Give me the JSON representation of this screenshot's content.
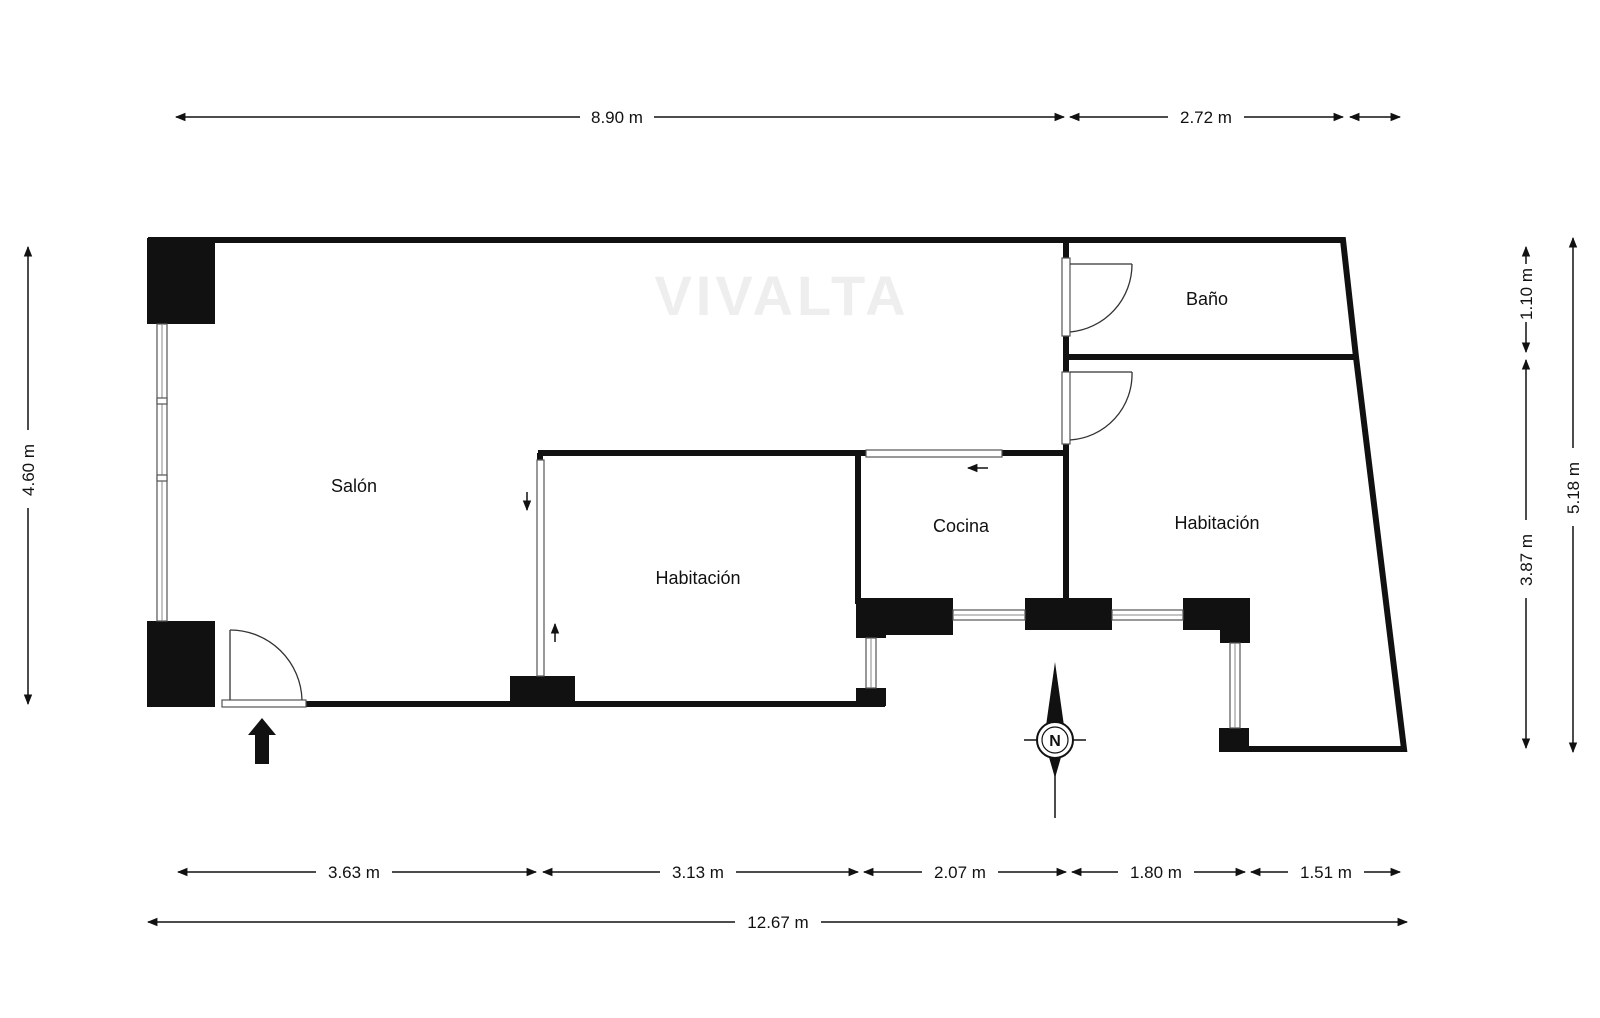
{
  "watermark": "VIVALTA",
  "rooms": {
    "salon": "Salón",
    "habitacion_1": "Habitación",
    "cocina": "Cocina",
    "bano": "Baño",
    "habitacion_2": "Habitación"
  },
  "dimensions": {
    "top_left": "8.90 m",
    "top_right": "2.72 m",
    "left_height": "4.60 m",
    "right_upper": "1.10 m",
    "right_lower": "3.87 m",
    "right_total": "5.18 m",
    "bottom_1": "3.63 m",
    "bottom_2": "3.13 m",
    "bottom_3": "2.07 m",
    "bottom_4": "1.80 m",
    "bottom_5": "1.51 m",
    "bottom_total": "12.67 m"
  },
  "compass": {
    "label": "N"
  },
  "icons": [
    "entrance-arrow-icon",
    "north-compass-icon",
    "sliding-door-arrow-icon"
  ]
}
